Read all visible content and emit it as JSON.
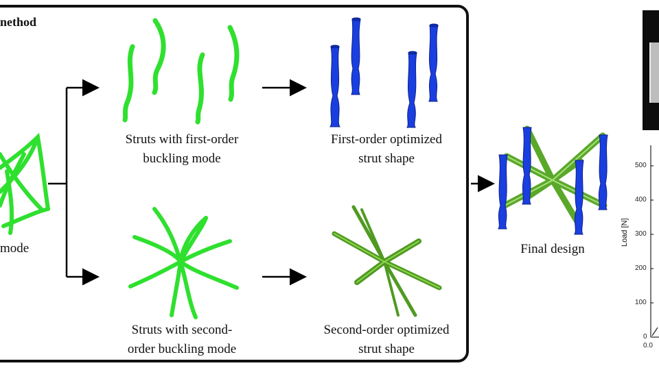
{
  "panel": {
    "title": "nethod"
  },
  "left_partial": {
    "label": "mode"
  },
  "first_row": {
    "struts_caption": [
      "Struts with first-order",
      "buckling mode"
    ],
    "optimized_caption": [
      "First-order optimized",
      "strut shape"
    ]
  },
  "second_row": {
    "struts_caption": [
      "Struts with second-",
      "order buckling mode"
    ],
    "optimized_caption": [
      "Second-order optimized",
      "strut shape"
    ]
  },
  "final": {
    "label": "Final design"
  },
  "plot_partial": {
    "ylabel": "Load [N]",
    "yticks": [
      "500",
      "400",
      "300",
      "200",
      "100",
      "0"
    ],
    "xtick": "0.0"
  },
  "colors": {
    "green_strut": "#2fe02f",
    "olive_strut": "#5aa82a",
    "blue_strut": "#1a3fe0",
    "frame": "#111111"
  }
}
